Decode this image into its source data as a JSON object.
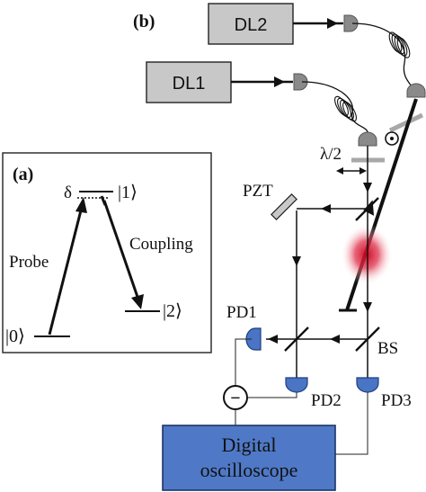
{
  "panel_a": {
    "label": "(a)",
    "delta": "δ",
    "state_1": "|1⟩",
    "state_2": "|2⟩",
    "state_0": "|0⟩",
    "probe": "Probe",
    "coupling": "Coupling"
  },
  "panel_b": {
    "label": "(b)",
    "laser_1": "DL1",
    "laser_2": "DL2",
    "half_wave": "λ/2",
    "pzt": "PZT",
    "pd1": "PD1",
    "pd2": "PD2",
    "pd3": "PD3",
    "bs": "BS",
    "subtractor": "−",
    "scope_line1": "Digital",
    "scope_line2": "oscilloscope"
  },
  "colors": {
    "laser_box": "#c8c8c8",
    "detector": "#4a74c4",
    "oscilloscope": "#4f79c7",
    "vapor_cell": "#d0102a",
    "plate": "#a8a8a8"
  }
}
